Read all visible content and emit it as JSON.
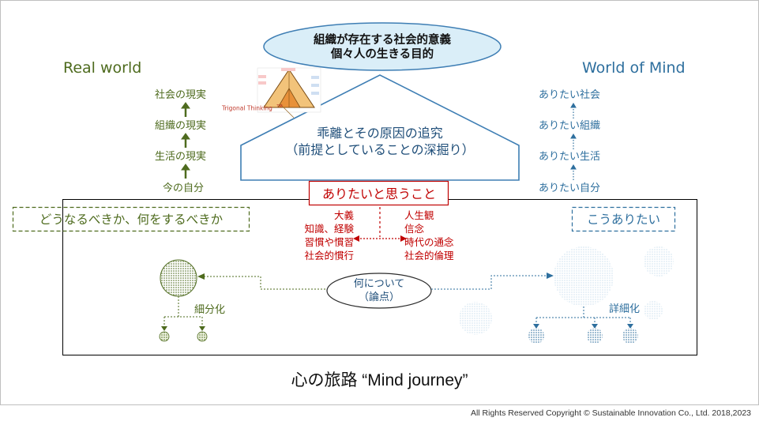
{
  "colors": {
    "green": "#4e6b1e",
    "blue": "#2e6f9e",
    "red": "#c00000",
    "ellipse_fill": "#daeef8",
    "ellipse_stroke": "#3e7eb4"
  },
  "top_ellipse": {
    "line1": "組織が存在する社会的意義",
    "line2": "個々人の生きる目的"
  },
  "pentagon": {
    "line1": "乖離とその原因の追究",
    "line2": "（前提としていることの深掘り）"
  },
  "trigonal_thinking": {
    "label": "Trigonal Thinking",
    "tm": "TM"
  },
  "real_world": {
    "title": "Real world",
    "items": [
      "社会の現実",
      "組織の現実",
      "生活の現実",
      "今の自分"
    ]
  },
  "world_of_mind": {
    "title": "World of Mind",
    "items": [
      "ありたい社会",
      "ありたい組織",
      "ありたい生活",
      "ありたい自分"
    ]
  },
  "center_box": {
    "label": "ありたいと思うこと",
    "left_items": [
      "大義",
      "知識、経験",
      "習慣や慣習",
      "社会的慣行"
    ],
    "right_items": [
      "人生観",
      "信念",
      "時代の通念",
      "社会的倫理"
    ]
  },
  "left_dashed_box": {
    "label": "どうなるべきか、何をするべきか"
  },
  "right_dashed_box": {
    "label": "こうありたい"
  },
  "center_ellipse": {
    "line1": "何について",
    "line2": "（論点）"
  },
  "left_subdivide_label": "細分化",
  "right_detail_label": "詳細化",
  "footer_title": "心の旅路 “Mind journey”",
  "copyright": "All Rights Reserved Copyright © Sustainable Innovation Co., Ltd.  2018,2023"
}
